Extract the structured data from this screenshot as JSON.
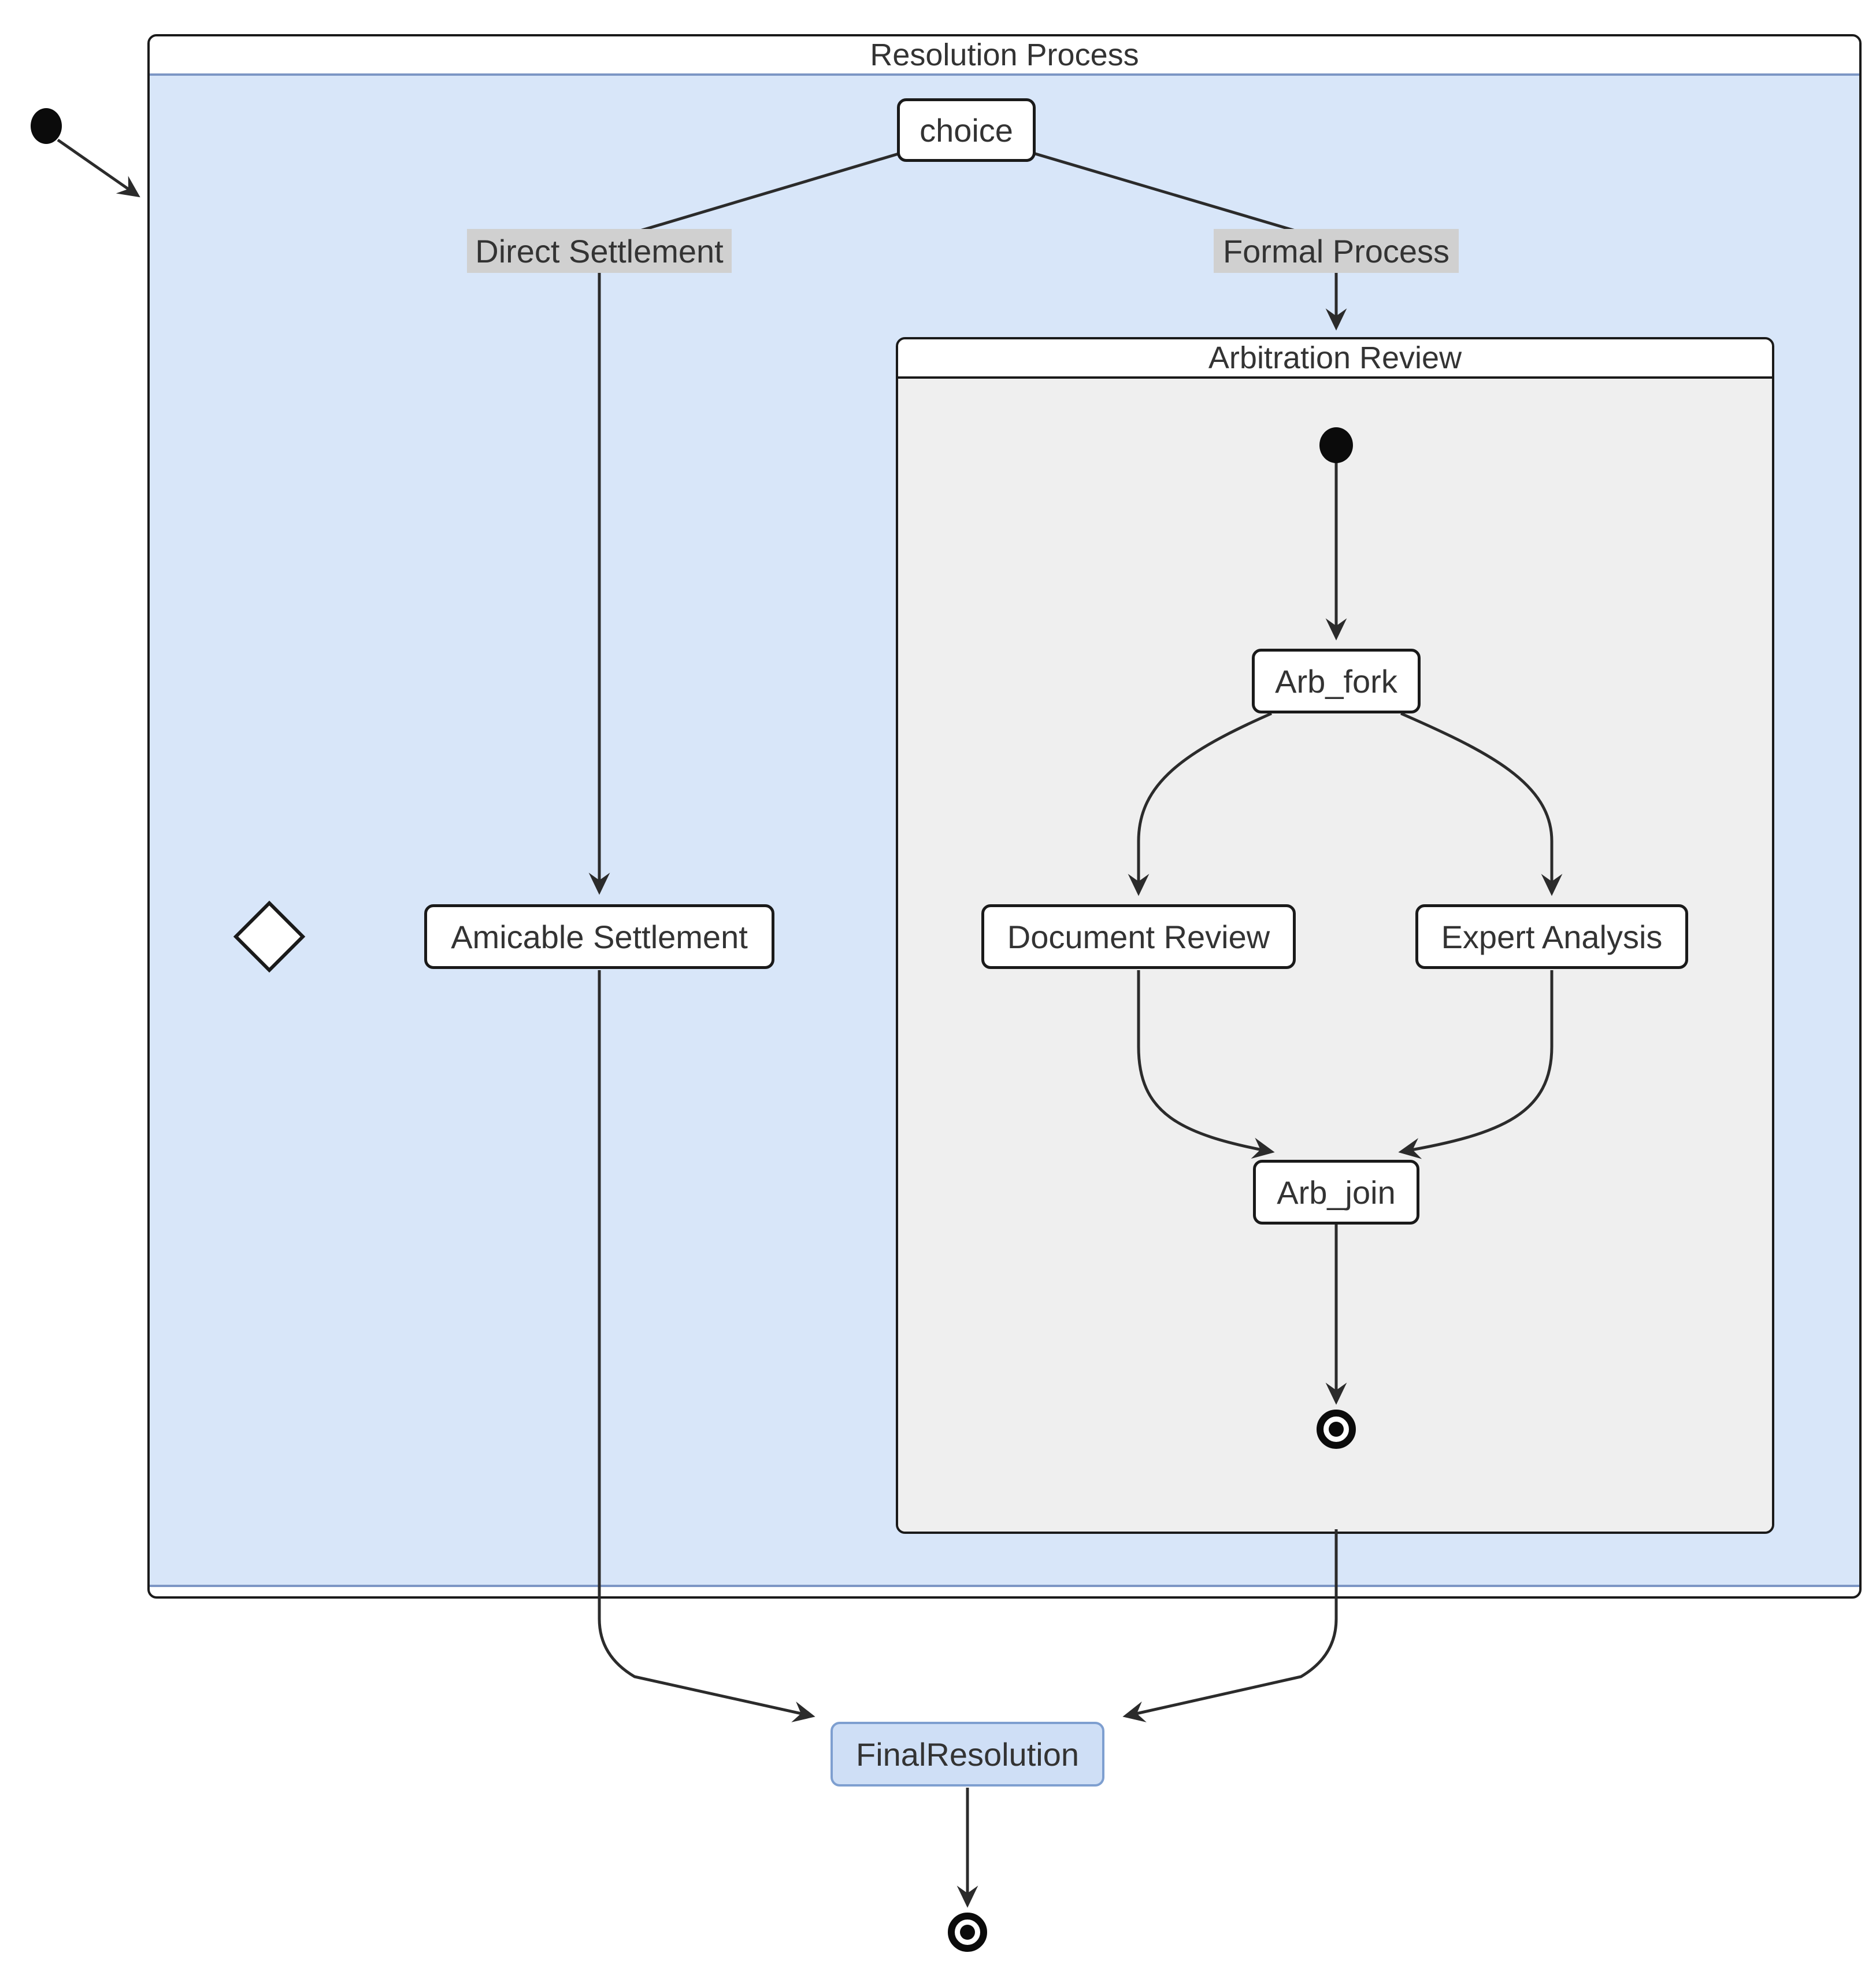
{
  "diagram": {
    "type": "state-diagram",
    "container": {
      "title": "Resolution Process"
    },
    "nodes": {
      "choice": "choice",
      "amicable": "Amicable Settlement",
      "final_resolution": "FinalResolution"
    },
    "edge_labels": {
      "direct": "Direct Settlement",
      "formal": "Formal Process"
    },
    "subcontainer": {
      "title": "Arbitration Review",
      "nodes": {
        "fork": "Arb_fork",
        "document_review": "Document Review",
        "expert_analysis": "Expert Analysis",
        "join": "Arb_join"
      }
    },
    "colors": {
      "container_fill": "#D8E6F9",
      "container_divider": "#7C96C4",
      "subcontainer_fill": "#EFEFEF",
      "node_fill": "#FFFFFF",
      "node_border": "#1A1A1A",
      "edge_label_bg": "#D0D0D0",
      "final_node_fill": "#CFDFF6",
      "final_node_border": "#7E9FD0",
      "edge_color": "#2B2B2B",
      "text": "#333333"
    }
  }
}
